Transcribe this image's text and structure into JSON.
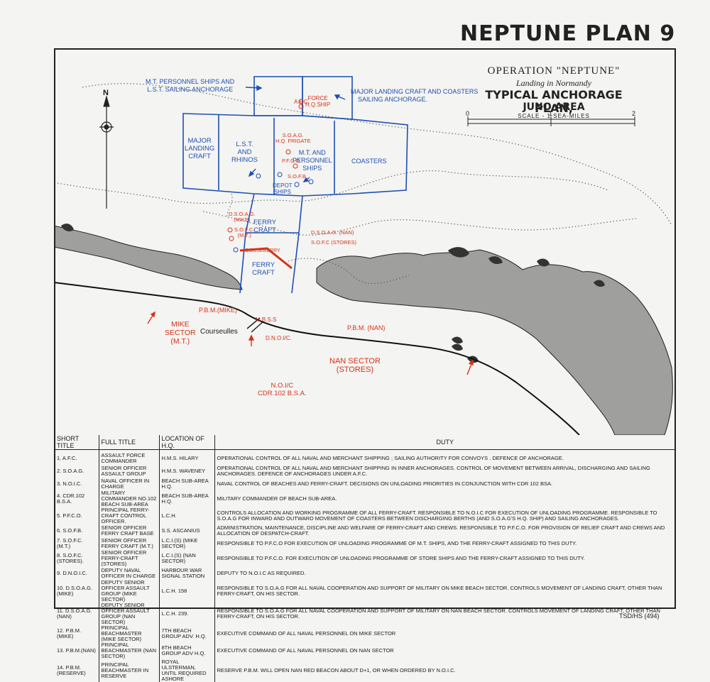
{
  "plan_title": "NEPTUNE PLAN 9",
  "map_title": {
    "line1": "OPERATION \"NEPTUNE\"",
    "line2": "Landing in Normandy",
    "line3": "TYPICAL ANCHORAGE PLAN,",
    "line4": "JUNO AREA",
    "scale": "SCALE - 1 SEA-MILES",
    "scale_ticks": [
      "0",
      "1",
      "2"
    ]
  },
  "compass": "N",
  "labels": {
    "mt_personnel_anchorage": [
      "M.T. PERSONNEL SHIPS AND",
      "L.S.T. SAILING ANCHORAGE"
    ],
    "major_landing_sailing": [
      "MAJOR LANDING CRAFT AND COASTERS",
      "SAILING ANCHORAGE."
    ],
    "afc_hq": [
      "A.F.C.",
      "FORCE",
      "H.Q.SHIP"
    ],
    "major_landing_craft": [
      "MAJOR",
      "LANDING",
      "CRAFT"
    ],
    "lst_rhinos": [
      "L.S.T.",
      "AND",
      "RHINOS"
    ],
    "soag_frigate": [
      "S.O.A.G.",
      "H.Q. FRIGATE"
    ],
    "mt_personnel_ships": [
      "M.T. AND",
      "PERSONNEL",
      "SHIPS"
    ],
    "pfco": "P.F.C.O",
    "sofb": "S.O.F.B",
    "depot_ships": [
      "DEPOT",
      "SHIPS"
    ],
    "coasters": "COASTERS",
    "dsoag_mike": [
      "D.S.O.A.G.",
      "(MIKE)"
    ],
    "sofc_mt": [
      "S.O.F.C.",
      "(M.T.)"
    ],
    "ferry_craft_1": [
      "FERRY",
      "CRAFT"
    ],
    "dsoag_nan": "D.S.O.A.G. (NAN)",
    "sofc_stores": "S.O.F.C (STORES)",
    "gooseberry": "GOOSEBERRY",
    "ferry_craft_2": [
      "FERRY",
      "CRAFT"
    ],
    "pbm_mike": "P.B.M.(MIKE)",
    "mike_sector": [
      "MIKE",
      "SECTOR",
      "(M.T.)"
    ],
    "courseulles": "Courseulles",
    "mbss": "M.B.S.S",
    "dnoic": "D.N.O.I/C.",
    "pbm_nan": "P.B.M. (NAN)",
    "nan_sector": [
      "NAN SECTOR",
      "(STORES)"
    ],
    "noic": [
      "N.O.I/C",
      "CDR.102 B.S.A."
    ]
  },
  "table": {
    "headers": [
      "SHORT TITLE",
      "FULL TITLE",
      "LOCATION OF H.Q.",
      "DUTY"
    ],
    "rows": [
      [
        "1. A.F.C.",
        "ASSAULT FORCE COMMANDER",
        "H.M.S. HILARY",
        "OPERATIONAL CONTROL OF ALL NAVAL AND MERCHANT SHIPPING ; SAILING AUTHORITY FOR CONVOYS . DEFENCE OF ANCHORAGE."
      ],
      [
        "2. S.O.A.G.",
        "SENIOR OFFICER ASSAULT GROUP",
        "H.M.S. WAVENEY",
        "OPERATIONAL CONTROL OF ALL NAVAL AND MERCHANT SHIPPING IN INNER ANCHORAGES. CONTROL OF MOVEMENT BETWEEN ARRIVAL, DISCHARGING AND SAILING ANCHORAGES. DEFENCE OF ANCHORAGES UNDER A.F.C."
      ],
      [
        "3. N.O.I.C.",
        "NAVAL OFFICER IN CHARGE",
        "BEACH SUB-AREA H.Q.",
        "NAVAL CONTROL OF BEACHES AND FERRY-CRAFT. DECISIONS ON UNLOADING PRIORITIES IN CONJUNCTION WITH CDR 102 BSA."
      ],
      [
        "4. CDR.102 B.S.A.",
        "MILITARY COMMANDER NO.102 BEACH SUB-AREA",
        "BEACH SUB-AREA H.Q.",
        "MILITARY COMMANDER OF BEACH SUB-AREA."
      ],
      [
        "5. P.F.C.O.",
        "PRINCIPAL FERRY-CRAFT CONTROL OFFICER.",
        "L.C.H.",
        "CONTROLS ALLOCATION AND WORKING PROGRAMME OF ALL FERRY-CRAFT. RESPONSIBLE TO N.O.I.C FOR EXECUTION OF UNLOADING PROGRAMME. RESPONSIBLE TO S.O.A.G FOR INWARD AND OUTWARD MOVEMENT OF COASTERS BETWEEN DISCHARGING BERTHS (AND S.O.A.G'S H.Q. SHIP) AND SAILING ANCHORAGES."
      ],
      [
        "6. S.O.F.B.",
        "SENIOR OFFICER FERRY CRAFT BASE",
        "S.S. ASCANIUS",
        "ADMINISTRATION, MAINTENANCE, DISCIPLINE AND WELFARE OF FERRY-CRAFT AND CREWS. RESPONSIBLE TO P.F.C.O. FOR PROVISION OF RELIEF CRAFT AND CREWS AND ALLOCATION OF DESPATCH-CRAFT."
      ],
      [
        "7. S.O.F.C.(M.T.)",
        "SENIOR OFFICER FERRY CRAFT (M.T.)",
        "L.C.I.(S)   (MIKE SECTOR)",
        "RESPONSIBLE TO P.F.C.O FOR EXECUTION OF UNLOADING PROGRAMME OF M.T. SHIPS, AND THE FERRY-CRAFT ASSIGNED TO THIS DUTY."
      ],
      [
        "8. S.O.F.C.(STORES).",
        "SENIOR OFFICER FERRY-CRAFT (STORES)",
        "L.C.I.(S)   (NAN SECTOR)",
        "RESPONSIBLE TO P.F.C.O. FOR EXECUTION OF UNLOADING PROGRAMME OF STORE SHIPS AND THE FERRY-CRAFT ASSIGNED TO THIS DUTY."
      ],
      [
        "9. D.N.O.I.C.",
        "DEPUTY NAVAL OFFICER IN CHARGE",
        "HARBOUR WAR SIGNAL STATION",
        "DEPUTY TO N.O.I.C AS REQUIRED."
      ],
      [
        "10. D.S.O.A.G.(MIKE)",
        "DEPUTY SENIOR OFFICER ASSAULT GROUP (MIKE SECTOR)",
        "L.C.H. 158",
        "RESPONSIBLE TO S.O.A.G FOR ALL NAVAL COOPERATION AND SUPPORT OF MILITARY ON MIKE BEACH SECTOR. CONTROLS MOVEMENT OF LANDING CRAFT, OTHER THAN FERRY-CRAFT, ON HIS SECTOR."
      ],
      [
        "11. D.S.O.A.G.(NAN)",
        "DEPUTY SENIOR OFFICER ASSAULT GROUP (NAN SECTOR)",
        "L.C.H. 239.",
        "RESPONSIBLE TO S.O.A.G FOR ALL NAVAL COOPERATION AND SUPPORT OF MILITARY ON NAN BEACH SECTOR. CONTROLS MOVEMENT OF LANDING CRAFT, OTHER THAN FERRY-CRAFT, ON HIS SECTOR."
      ],
      [
        "12. P.B.M.(MIKE)",
        "PRINCIPAL BEACHMASTER (MIKE SECTOR)",
        "7TH BEACH GROUP ADV. H.Q.",
        "EXECUTIVE COMMAND OF ALL NAVAL PERSONNEL ON MIKE SECTOR"
      ],
      [
        "13. P.B.M.(NAN)",
        "PRINCIPAL BEACHMASTER (NAN SECTOR)",
        "8TH BEACH GROUP ADV H.Q.",
        "EXECUTIVE COMMAND OF ALL NAVAL PERSONNEL ON NAN SECTOR"
      ],
      [
        "14. P.B.M.(RESERVE)",
        "PRINCIPAL BEACHMASTER IN RESERVE",
        "ROYAL ULSTERMAN, UNTIL REQUIRED ASHORE",
        "RESERVE P.B.M. WILL OPEN NAN RED BEACON ABOUT D+1, OR WHEN ORDERED BY N.O.I.C."
      ]
    ]
  },
  "footer_ref": "TSD/HS (494)",
  "colors": {
    "blue": "#1d4fb3",
    "red": "#d43218",
    "ink": "#1a1a1a",
    "paper": "#f4f4f2"
  }
}
